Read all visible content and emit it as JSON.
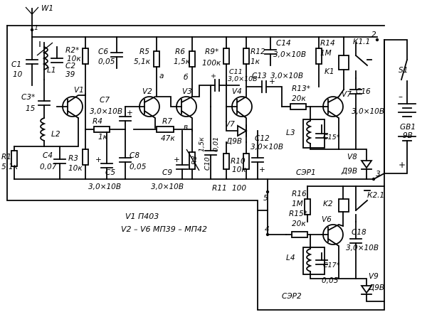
{
  "antenna": {
    "ref": "W1"
  },
  "nodes": [
    "1",
    "2",
    "3",
    "4",
    "5"
  ],
  "blocks": {
    "sep1": "СЭР1",
    "sep2": "СЭР2"
  },
  "captions": {
    "line1": "V1 П403",
    "line2": "V2 – V6  МП39 – МП42"
  },
  "test_points": {
    "a": "а",
    "b": "б",
    "v": "в"
  },
  "components": {
    "C1": {
      "ref": "C1",
      "value": "10"
    },
    "L1": {
      "ref": "L1"
    },
    "R2": {
      "ref": "R2*",
      "value": "10к"
    },
    "C2": {
      "ref": "C2",
      "value": "39"
    },
    "C3": {
      "ref": "C3*",
      "value": "15"
    },
    "V1": {
      "ref": "V1"
    },
    "L2": {
      "ref": "L2"
    },
    "R1": {
      "ref": "R1",
      "value": "5,1к"
    },
    "C4": {
      "ref": "C4",
      "value": "0,07"
    },
    "R3": {
      "ref": "R3",
      "value": "10к"
    },
    "C5": {
      "ref": "C5",
      "value": "3,0×10В"
    },
    "C6": {
      "ref": "C6",
      "value": "0,05"
    },
    "C7": {
      "ref": "C7",
      "value": "3,0×10В"
    },
    "R4": {
      "ref": "R4",
      "value": "1к"
    },
    "C8": {
      "ref": "C8",
      "value": "0,05"
    },
    "R5": {
      "ref": "R5",
      "value": "5,1к"
    },
    "V2": {
      "ref": "V2"
    },
    "R6": {
      "ref": "R6",
      "value": "1,5к"
    },
    "V3": {
      "ref": "V3"
    },
    "R7": {
      "ref": "R7",
      "value": "47к"
    },
    "C9": {
      "ref": "C9",
      "value": "3,0×10В"
    },
    "R8": {
      "ref": "R8",
      "value": "1,5к"
    },
    "C10": {
      "ref": "C10",
      "value": "0,01"
    },
    "R9": {
      "ref": "R9*",
      "value": "100к"
    },
    "R12": {
      "ref": "R12",
      "value": "1к"
    },
    "C11": {
      "ref": "C11",
      "value": "3,0×10В"
    },
    "V4": {
      "ref": "V4"
    },
    "V7": {
      "ref": "V7",
      "value": "Д9В"
    },
    "C12": {
      "ref": "C12",
      "value": "3,0×10В"
    },
    "R10": {
      "ref": "R10",
      "value": "10к"
    },
    "R11": {
      "ref": "R11",
      "value": "100"
    },
    "C13": {
      "ref": "C13",
      "value": "3,0×10В"
    },
    "C14": {
      "ref": "C14",
      "value": "3,0×10В"
    },
    "R14": {
      "ref": "R14",
      "value": "1М"
    },
    "K1": {
      "ref": "K1"
    },
    "K1_1": {
      "ref": "К1.1"
    },
    "R13": {
      "ref": "R13*",
      "value": "20к"
    },
    "V5": {
      "ref": "V7"
    },
    "C16": {
      "ref": "C16",
      "value": "3,0×10В"
    },
    "L3": {
      "ref": "L3"
    },
    "C15": {
      "ref": "C15*"
    },
    "V8": {
      "ref": "V8",
      "value": "Д9В"
    },
    "S1": {
      "ref": "S1"
    },
    "GB1": {
      "ref": "GB1",
      "value": "9В"
    },
    "R16": {
      "ref": "R16",
      "value": "1М"
    },
    "K2": {
      "ref": "K2"
    },
    "K2_1": {
      "ref": "К2.1"
    },
    "R15": {
      "ref": "R15*",
      "value": "20к"
    },
    "V6": {
      "ref": "V6"
    },
    "C18": {
      "ref": "C18",
      "value": "3,0×10В"
    },
    "L4": {
      "ref": "L4"
    },
    "C17": {
      "ref": "C17*"
    },
    "C17b": {
      "value": "0,05"
    },
    "V9": {
      "ref": "V9",
      "value": "Д9В"
    }
  }
}
